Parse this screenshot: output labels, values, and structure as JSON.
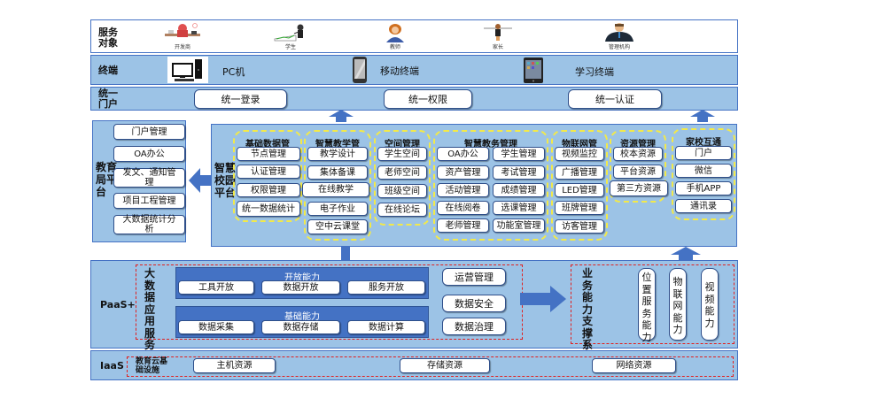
{
  "service_targets": {
    "label": "服务对象",
    "items": [
      {
        "name": "开发商",
        "icon": "developer-icon"
      },
      {
        "name": "学生",
        "icon": "student-icon"
      },
      {
        "name": "教师",
        "icon": "teacher-icon"
      },
      {
        "name": "家长",
        "icon": "parent-icon"
      },
      {
        "name": "管理机构",
        "icon": "management-agency-icon"
      }
    ]
  },
  "terminals": {
    "label": "终端",
    "items": [
      {
        "name": "PC机",
        "icon": "pc-icon"
      },
      {
        "name": "移动终端",
        "icon": "mobile-phone-icon"
      },
      {
        "name": "学习终端",
        "icon": "tablet-icon"
      }
    ]
  },
  "unified_portal": {
    "label": "统一门户",
    "items": [
      "统一登录",
      "统一权限",
      "统一认证"
    ]
  },
  "education_bureau": {
    "label": "教育局平台",
    "items": [
      "门户管理",
      "OA办公",
      "发文、通知管理",
      "项目工程管理",
      "大数据统计分析"
    ]
  },
  "smart_campus": {
    "label": "智慧校园平台",
    "groups": [
      {
        "title": "基础数据管",
        "items": [
          "节点管理",
          "认证管理",
          "权限管理",
          "统一数据统计"
        ]
      },
      {
        "title": "智慧教学管",
        "items": [
          "教学设计",
          "集体备课",
          "在线教学",
          "电子作业",
          "空中云课堂"
        ]
      },
      {
        "title": "空间管理",
        "items": [
          "学生空间",
          "老师空间",
          "班级空间",
          "在线论坛"
        ]
      },
      {
        "title": "智慧教务管理",
        "items": [
          "OA办公",
          "学生管理",
          "资产管理",
          "考试管理",
          "活动管理",
          "成绩管理",
          "在线阅卷",
          "选课管理",
          "老师管理",
          "功能室管理"
        ]
      },
      {
        "title": "物联网管",
        "items": [
          "视频监控",
          "广播管理",
          "LED管理",
          "班牌管理",
          "访客管理"
        ]
      },
      {
        "title": "资源管理",
        "items": [
          "校本资源",
          "平台资源",
          "第三方资源"
        ]
      },
      {
        "title": "家校互通",
        "items": [
          "门户",
          "微信",
          "手机APP",
          "通讯录"
        ]
      }
    ]
  },
  "paas": {
    "label": "PaaS+",
    "big_data_label": "大数据应用服务",
    "open_capability": {
      "title": "开放能力",
      "items": [
        "工具开放",
        "数据开放",
        "服务开放"
      ]
    },
    "base_capability": {
      "title": "基础能力",
      "items": [
        "数据采集",
        "数据存储",
        "数据计算"
      ]
    },
    "management": [
      "运营管理",
      "数据安全",
      "数据治理"
    ],
    "business_support_label": "业务能力支撑系",
    "business_capabilities": [
      "位置服务能力",
      "物联网能力",
      "视频能力"
    ]
  },
  "iaas": {
    "label": "IaaS",
    "infra_label": "教育云基础设施",
    "items": [
      "主机资源",
      "存储资源",
      "网络资源"
    ]
  },
  "colors": {
    "band_fill": "#9cc3e6",
    "band_border": "#4472c4",
    "arrow": "#4472c4",
    "group_dash": "#f2e94a",
    "red_dash": "#e02020"
  }
}
